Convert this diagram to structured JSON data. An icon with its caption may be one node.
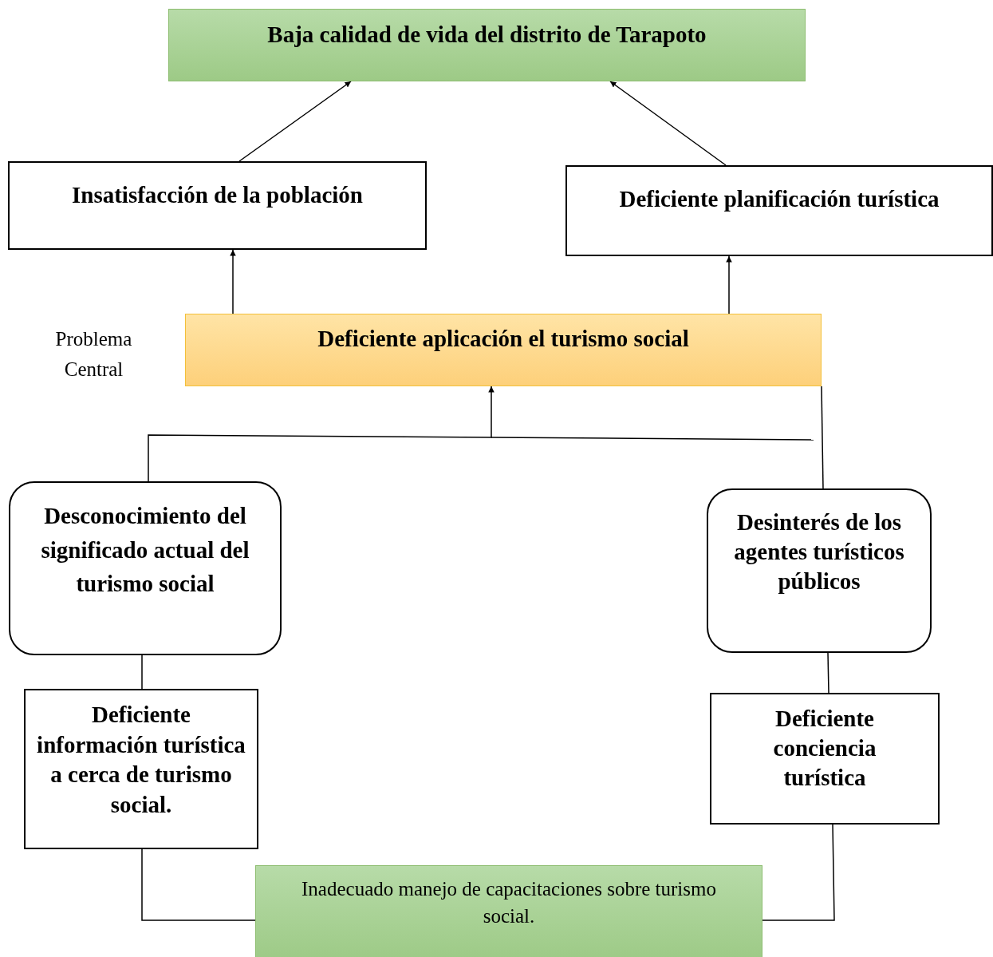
{
  "diagram": {
    "nodes": [
      {
        "text": [
          "Baja calidad de vida del distrito de Tarapoto"
        ]
      },
      {
        "text": [
          "Insatisfacción de la población"
        ]
      },
      {
        "text": [
          "Deficiente planificación turística"
        ]
      },
      {
        "text": [
          "Deficiente aplicación el turismo social"
        ],
        "beside": [
          "Problema Central"
        ]
      },
      {
        "text": [
          "Desconocimiento del significado actual del turismo social"
        ]
      },
      {
        "text": [
          "Desinterés de los agentes turísticos públicos"
        ]
      },
      {
        "text": [
          "Deficiente información turística a cerca de turismo social."
        ]
      },
      {
        "text": [
          "Deficiente conciencia turística"
        ]
      },
      {
        "text": [
          "Inadecuado manejo de capacitaciones sobre turismo social."
        ]
      }
    ],
    "edges": [
      {
        "from": 1,
        "to": 0,
        "arrow": "to"
      },
      {
        "from": 2,
        "to": 0,
        "arrow": "to"
      },
      {
        "from": 3,
        "to": 1,
        "arrow": "to"
      },
      {
        "from": 3,
        "to": 2,
        "arrow": "to"
      },
      {
        "from": 4,
        "to": 3,
        "arrow": "to"
      },
      {
        "from": 5,
        "to": 3,
        "arrow": "none"
      },
      {
        "from": 4,
        "to": 6,
        "arrow": "none"
      },
      {
        "from": 5,
        "to": 7,
        "arrow": "none"
      },
      {
        "from": 6,
        "to": 8,
        "arrow": "none"
      },
      {
        "from": 7,
        "to": 8,
        "arrow": "none"
      }
    ]
  }
}
